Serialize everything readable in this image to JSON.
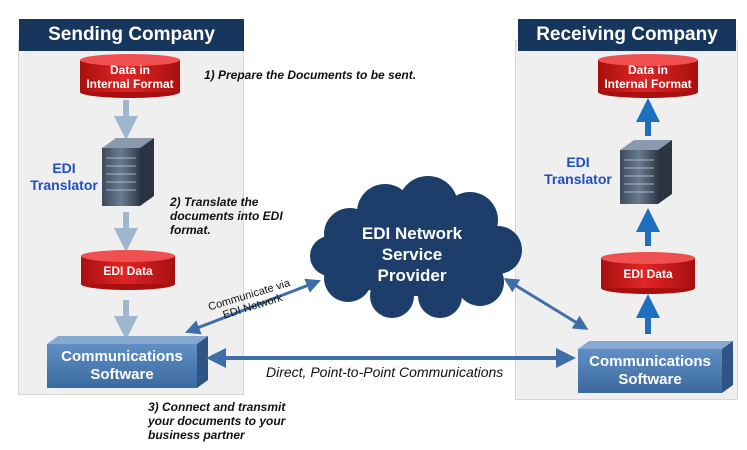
{
  "sending": {
    "title": "Sending Company",
    "internal_label": "Data in\nInternal Format",
    "translator_label": "EDI\nTranslator",
    "edi_data_label": "EDI Data",
    "comm_label": "Communications\nSoftware"
  },
  "receiving": {
    "title": "Receiving Company",
    "internal_label": "Data in\nInternal Format",
    "translator_label": "EDI\nTranslator",
    "edi_data_label": "EDI Data",
    "comm_label": "Communications\nSoftware"
  },
  "notes": {
    "step1": "1) Prepare the Documents to be sent.",
    "step2": "2) Translate the\ndocuments into EDI\nformat.",
    "step3": "3) Connect and transmit\nyour documents to your\nbusiness partner"
  },
  "network": {
    "cloud_label": "EDI Network\nService\nProvider",
    "via_label": "Communicate via\nEDI Network",
    "direct_label": "Direct, Point-to-Point Communications"
  },
  "colors": {
    "panel_title": "#17365d",
    "cylinder_red": "#d61b1b",
    "cloud": "#1d3d6a",
    "comm_box": "#4f7fb5",
    "arrow_blue": "#1f6fc0",
    "arrow_gray": "#9fb6cf"
  }
}
